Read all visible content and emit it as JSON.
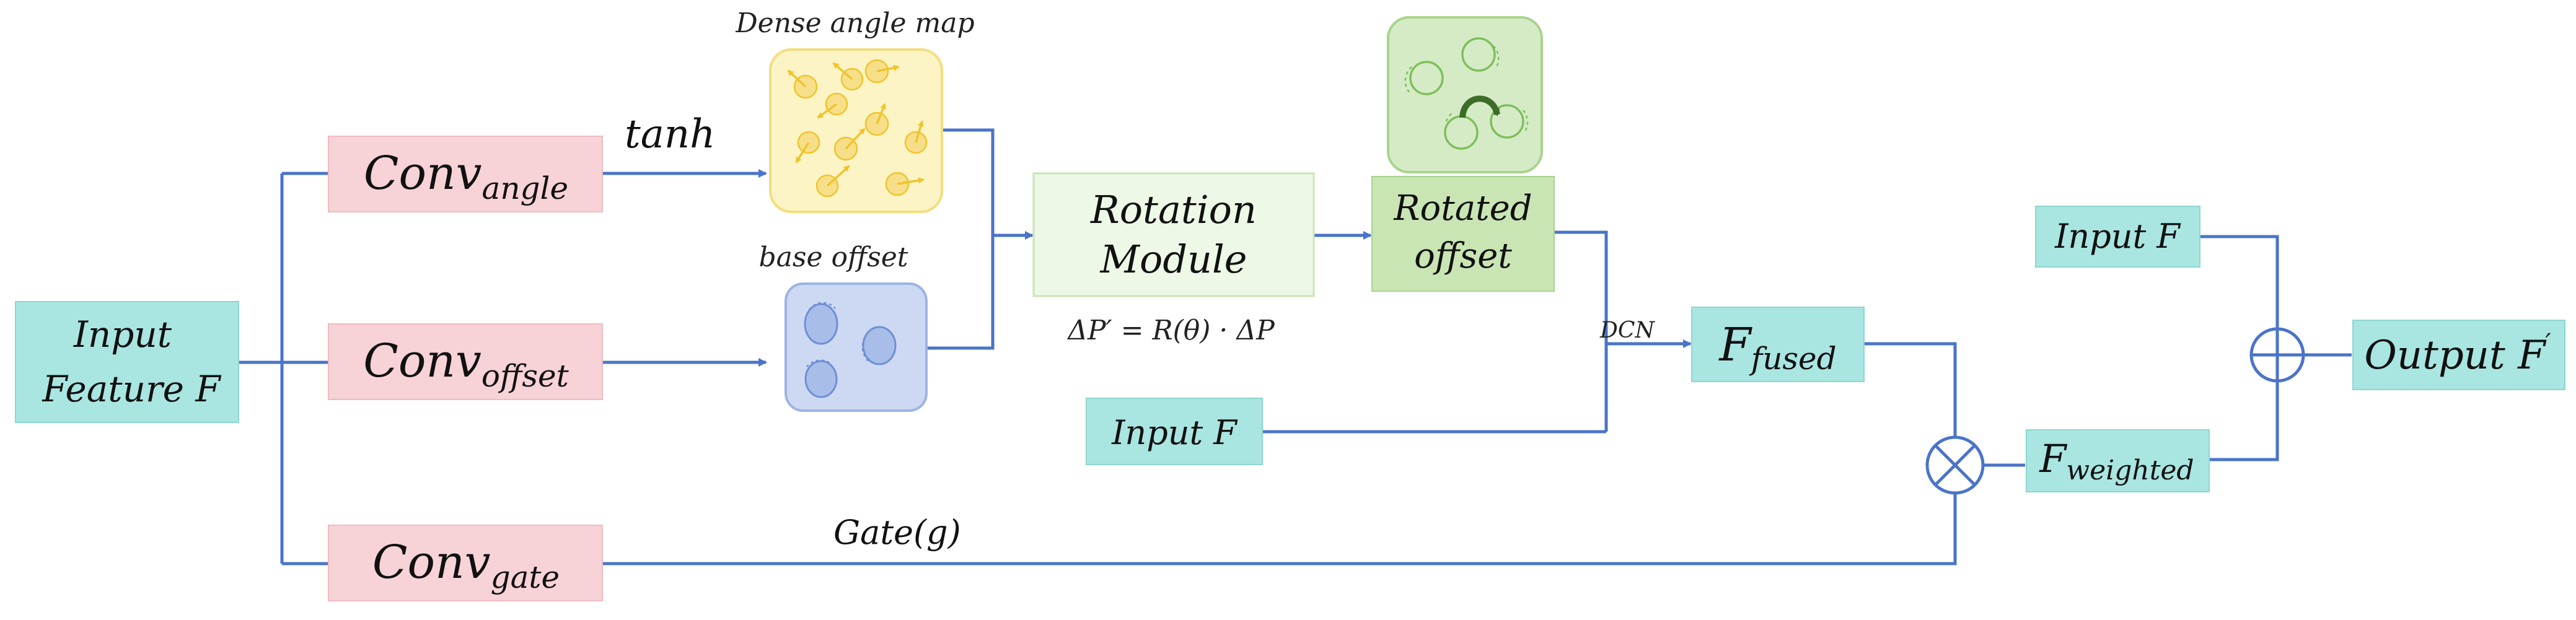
{
  "colors": {
    "cyan_box": "#a9e5e1",
    "pink_box": "#f7d2d7",
    "light_green_box": "#eef8e6",
    "green_box": "#c9e5b4",
    "yellow_panel": "#fcf4c4",
    "blue_panel": "#cdd9f2",
    "wire": "#4a74c9"
  },
  "nodes": {
    "input_feature": {
      "line1": "Input",
      "line2": "Feature F"
    },
    "conv_angle": {
      "base": "Conv",
      "sub": "angle"
    },
    "conv_offset": {
      "base": "Conv",
      "sub": "offset"
    },
    "conv_gate": {
      "base": "Conv",
      "sub": "gate"
    },
    "rotation_module": {
      "line1": "Rotation",
      "line2": "Module"
    },
    "rotated_offset": {
      "line1": "Rotated",
      "line2": "offset"
    },
    "input_f_mid": "Input F",
    "f_fused": {
      "base": "F",
      "sub": "fused"
    },
    "f_weighted": {
      "base": "F",
      "sub": "weighted"
    },
    "input_f_right": "Input F",
    "output": {
      "base": "Output F",
      "sup": "′"
    }
  },
  "labels": {
    "tanh": "tanh",
    "dense_angle_map": "Dense angle map",
    "base_offset": "base offset",
    "formula": "ΔP′ = R(θ) · ΔP",
    "dcn": "DCN",
    "gate": "Gate(g)"
  },
  "icons": [
    "multiply-icon",
    "add-icon",
    "rotate-arrow-icon"
  ]
}
